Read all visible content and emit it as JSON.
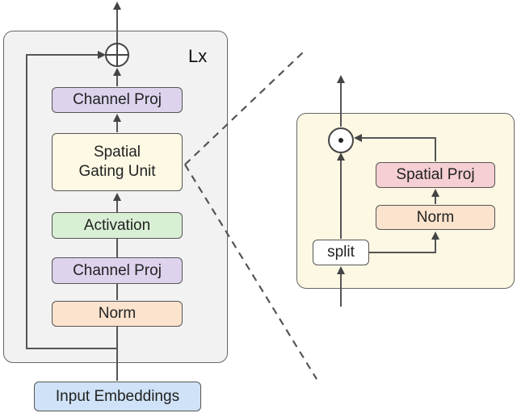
{
  "diagram": {
    "block_repeat_label": "Lx",
    "input_label": "Input Embeddings",
    "block": {
      "norm_label": "Norm",
      "channel_proj_in_label": "Channel Proj",
      "activation_label": "Activation",
      "sgu_label": "Spatial Gating Unit",
      "channel_proj_out_label": "Channel Proj"
    },
    "sgu_detail": {
      "split_label": "split",
      "norm_label": "Norm",
      "spatial_proj_label": "Spatial Proj"
    },
    "colors": {
      "block_panel": "#f2f2f2",
      "sgu_panel": "#fdf8e3",
      "norm": "#fbe3cd",
      "channel_proj": "#ddd3ed",
      "activation": "#d9efd5",
      "sgu": "#fdf9e4",
      "input": "#cfe2f7",
      "spatial_proj": "#f5cfd3",
      "split": "#ffffff"
    }
  }
}
